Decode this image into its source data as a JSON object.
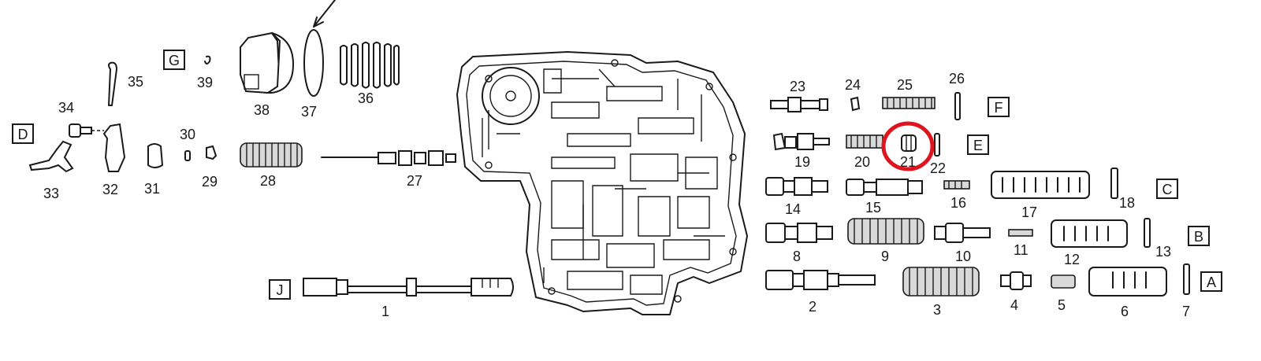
{
  "part_numbers": [
    "1",
    "2",
    "3",
    "4",
    "5",
    "6",
    "7",
    "8",
    "9",
    "10",
    "11",
    "12",
    "13",
    "14",
    "15",
    "16",
    "17",
    "18",
    "19",
    "20",
    "21",
    "22",
    "23",
    "24",
    "25",
    "26",
    "27",
    "28",
    "29",
    "30",
    "31",
    "32",
    "33",
    "34",
    "35",
    "36",
    "37",
    "38",
    "39"
  ],
  "section_letters": [
    "A",
    "B",
    "C",
    "D",
    "E",
    "F",
    "G",
    "J"
  ],
  "highlight": {
    "part": "21",
    "color": "#e0141e"
  }
}
